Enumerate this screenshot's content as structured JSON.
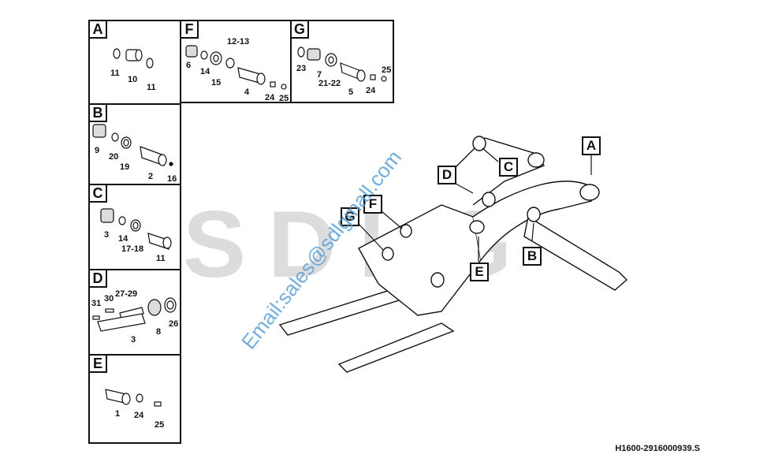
{
  "panels": {
    "A": {
      "label": "A",
      "parts": [
        "11",
        "10",
        "11"
      ]
    },
    "B": {
      "label": "B",
      "parts": [
        "9",
        "20",
        "19",
        "2",
        "16"
      ]
    },
    "C": {
      "label": "C",
      "parts": [
        "3",
        "14",
        "17-18",
        "11"
      ]
    },
    "D": {
      "label": "D",
      "parts": [
        "31",
        "30",
        "27-29",
        "3",
        "8",
        "26"
      ]
    },
    "E": {
      "label": "E",
      "parts": [
        "1",
        "24",
        "25"
      ]
    },
    "F": {
      "label": "F",
      "parts": [
        "12-13",
        "6",
        "14",
        "15",
        "4",
        "25",
        "24"
      ]
    },
    "G": {
      "label": "G",
      "parts": [
        "23",
        "7",
        "21-22",
        "5",
        "25",
        "24"
      ]
    }
  },
  "callouts": [
    "A",
    "B",
    "C",
    "D",
    "E",
    "F",
    "G"
  ],
  "watermark": {
    "logo": "SDLG",
    "email": "Email:sales@sdlgmall.com"
  },
  "reference_code": "H1600-2916000939.S"
}
